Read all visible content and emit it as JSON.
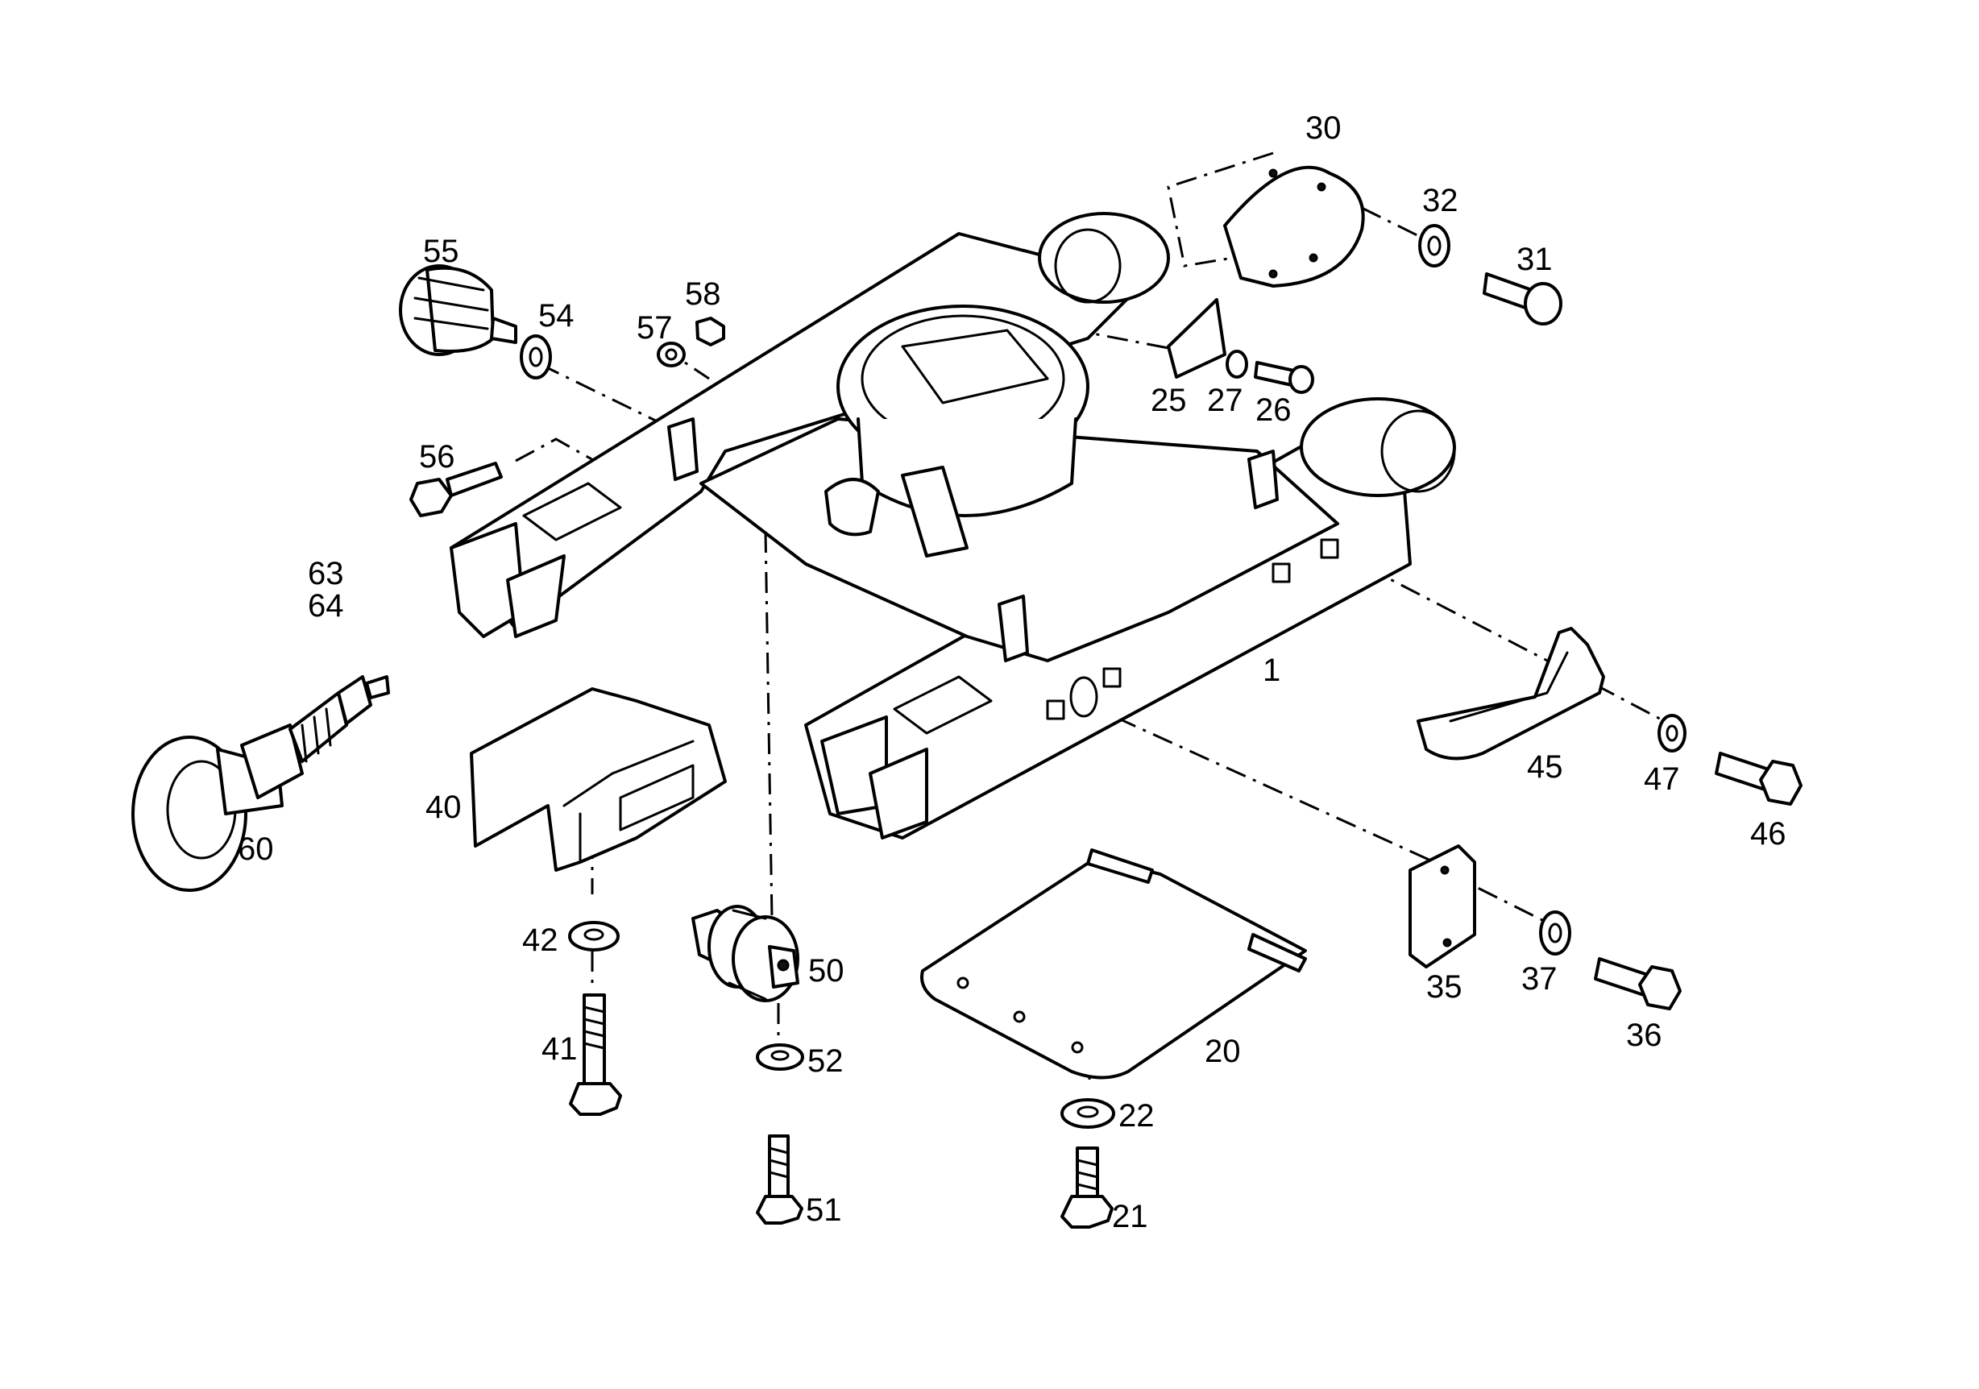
{
  "callouts": {
    "frame": "1",
    "plate": "20",
    "plate_bolt": "21",
    "plate_washer": "22",
    "bracket_small": "25",
    "bracket_bolt": "26",
    "bracket_washer": "27",
    "cover": "30",
    "cover_bolt": "31",
    "cover_washer": "32",
    "side_plate": "35",
    "side_plate_bolt": "36",
    "side_plate_washer": "37",
    "guide": "40",
    "guide_bolt": "41",
    "guide_washer": "42",
    "step": "45",
    "step_bolt": "46",
    "step_washer": "47",
    "roller": "50",
    "roller_bolt": "51",
    "roller_washer": "52",
    "drive_motor": "54",
    "motor": "55",
    "motor_bolt": "56",
    "nut_washer": "57",
    "nut": "58",
    "idler": "60",
    "tensioner_a": "63",
    "tensioner_b": "64"
  }
}
